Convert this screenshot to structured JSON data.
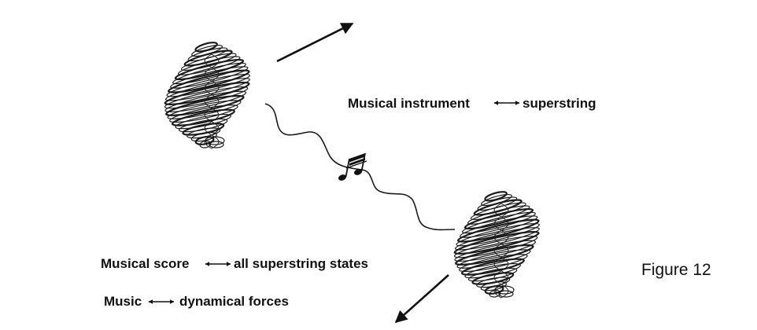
{
  "labels": {
    "instrument_left": "Musical  instrument",
    "instrument_right": "superstring",
    "score_left": "Musical score",
    "score_right": "all superstring states",
    "music_left": "Music",
    "music_right": "dynamical forces"
  },
  "caption": "Figure 12",
  "icons": {
    "top_arrow": "arrow-up-right-icon",
    "bottom_arrow": "arrow-down-left-icon",
    "note": "music-note-icon",
    "string_ball": "coiled-string-ball-icon",
    "double_arrow": "double-arrow-icon"
  },
  "colors": {
    "ink": "#111111"
  }
}
